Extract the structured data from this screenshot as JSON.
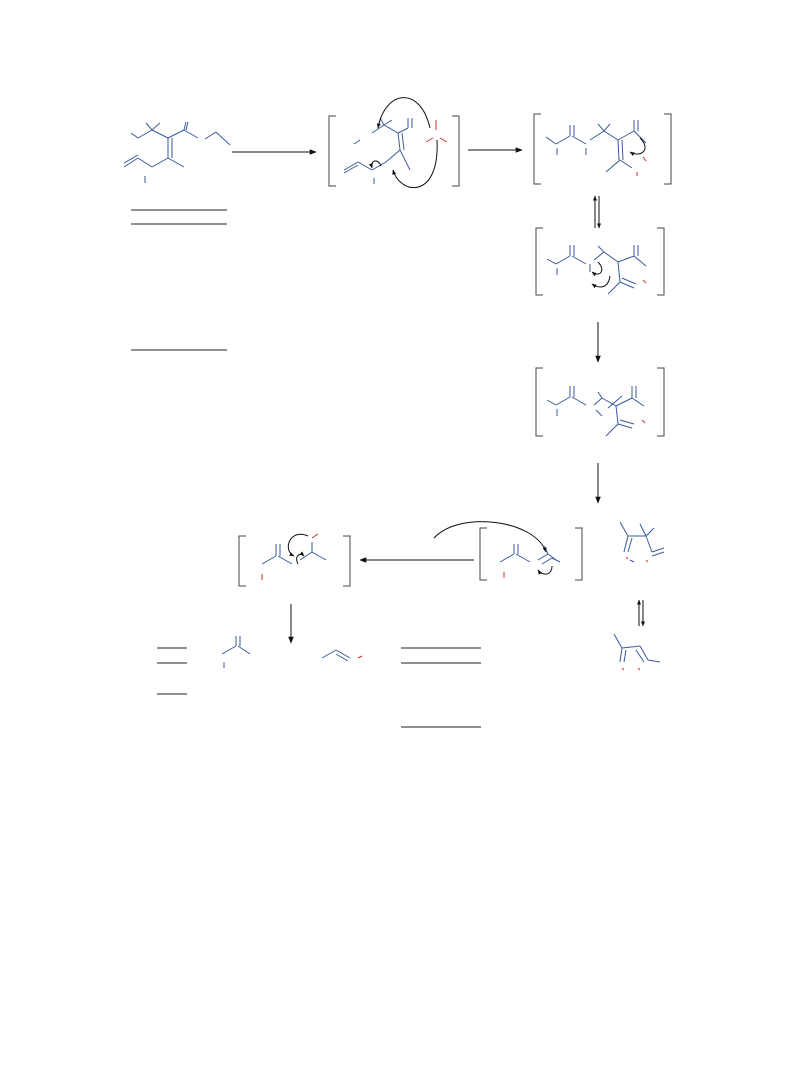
{
  "scheme": {
    "colors": {
      "bond": "#3a5a9c",
      "heteroatom": "#d0302a",
      "bracket": "#444444",
      "arrow": "#111111",
      "rule": "#222222",
      "background": "#ffffff"
    },
    "structures": [
      {
        "role": "starting-material"
      },
      {
        "role": "intermediate-1"
      },
      {
        "role": "intermediate-2"
      },
      {
        "role": "intermediate-3"
      },
      {
        "role": "intermediate-4"
      },
      {
        "role": "dihydro-isoxazole"
      },
      {
        "role": "isoxazole-product"
      },
      {
        "role": "fragmentation-intermediate"
      },
      {
        "role": "side-intermediate"
      },
      {
        "role": "byproduct-amide"
      },
      {
        "role": "byproduct-ester"
      }
    ],
    "arrows": [
      {
        "type": "forward"
      },
      {
        "type": "forward"
      },
      {
        "type": "equilibrium"
      },
      {
        "type": "forward"
      },
      {
        "type": "forward"
      },
      {
        "type": "equilibrium"
      },
      {
        "type": "forward"
      },
      {
        "type": "forward"
      }
    ]
  }
}
